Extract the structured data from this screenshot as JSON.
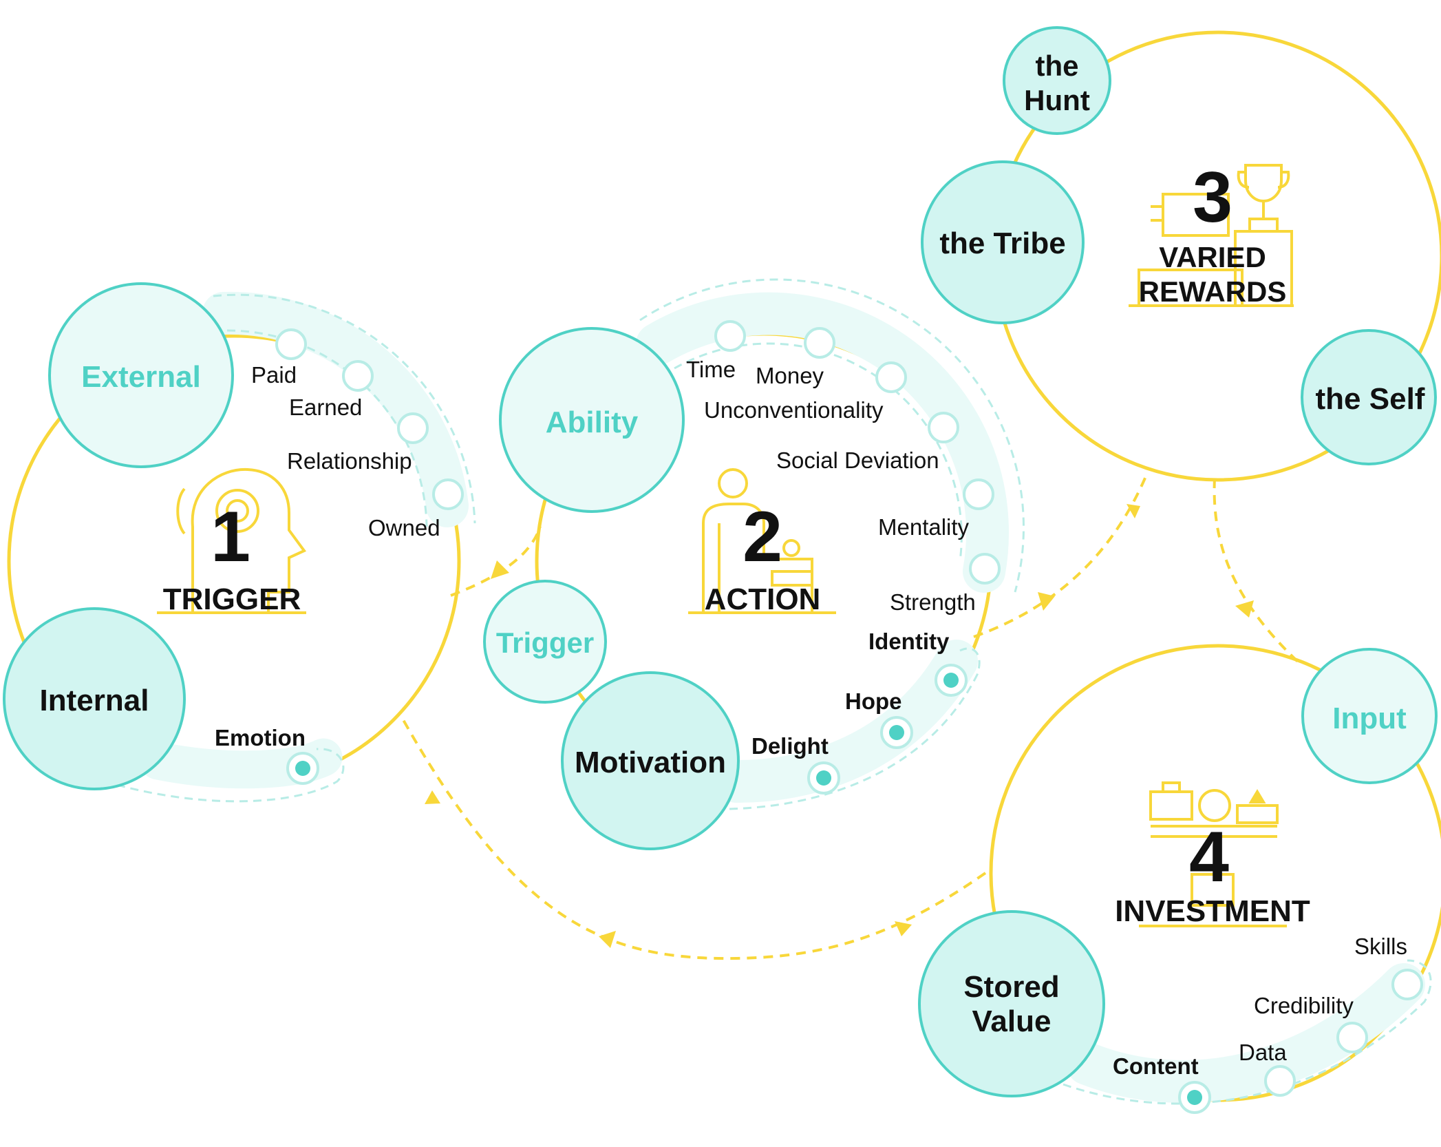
{
  "colors": {
    "accent_yellow": "#f8d73a",
    "teal": "#4fd1c5",
    "teal_fill": "#d2f5f1",
    "teal_pale": "#e9faf8",
    "teal_dashed": "#b8ece6",
    "text_dark": "#111111"
  },
  "phases": {
    "trigger": {
      "number": "1",
      "title": "TRIGGER",
      "hubs": {
        "external": "External",
        "internal": "Internal"
      },
      "items": [
        "Paid",
        "Earned",
        "Relationship",
        "Owned"
      ],
      "highlight_items": [
        "Emotion"
      ]
    },
    "action": {
      "number": "2",
      "title": "ACTION",
      "hubs": {
        "ability": "Ability",
        "trigger": "Trigger",
        "motivation": "Motivation"
      },
      "items": [
        "Time",
        "Money",
        "Unconventionality",
        "Social Deviation",
        "Mentality",
        "Strength"
      ],
      "highlight_items": [
        "Identity",
        "Hope",
        "Delight"
      ]
    },
    "rewards": {
      "number": "3",
      "title_line1": "VARIED",
      "title_line2": "REWARDS",
      "hubs": {
        "hunt_line1": "the",
        "hunt_line2": "Hunt",
        "tribe": "the Tribe",
        "self": "the Self"
      }
    },
    "investment": {
      "number": "4",
      "title": "INVESTMENT",
      "hubs": {
        "input": "Input",
        "stored_line1": "Stored",
        "stored_line2": "Value"
      },
      "items": [
        "Skills",
        "Credibility",
        "Data"
      ],
      "highlight_items": [
        "Content"
      ]
    }
  }
}
